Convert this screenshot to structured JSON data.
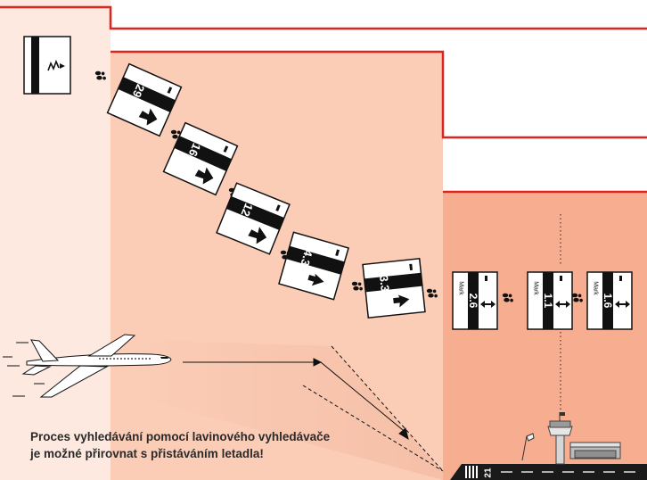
{
  "colors": {
    "zone1_bg": "#fde9df",
    "zone2_bg": "#fbcdb7",
    "zone3_bg": "#f6ad90",
    "red_line": "#e0231f",
    "device_black": "#111111"
  },
  "steps": [
    {
      "icon": "signal-wave-icon",
      "arrow": "none"
    },
    {
      "distance": "29",
      "arrow": "down-right"
    },
    {
      "distance": "16",
      "arrow": "down-right"
    },
    {
      "distance": "12",
      "arrow": "down-right"
    },
    {
      "distance": "4.3",
      "arrow": "right"
    },
    {
      "distance": "3.3",
      "arrow": "right"
    },
    {
      "distance": "2.6",
      "mode": "Mark",
      "arrow": "both"
    },
    {
      "distance": "1.1",
      "mode": "Mark",
      "arrow": "both"
    },
    {
      "distance": "1.6",
      "mode": "Mark",
      "arrow": "both"
    }
  ],
  "icons": [
    "footprints-icon",
    "airplane-icon",
    "control-tower-icon",
    "windsock-icon",
    "hangar-icon",
    "runway-icon"
  ],
  "runway_number": "21",
  "caption": {
    "line1": "Proces vyhledávání pomocí lavinového vyhledávače",
    "line2": "je možné přirovnat s přistáváním letadla!"
  }
}
